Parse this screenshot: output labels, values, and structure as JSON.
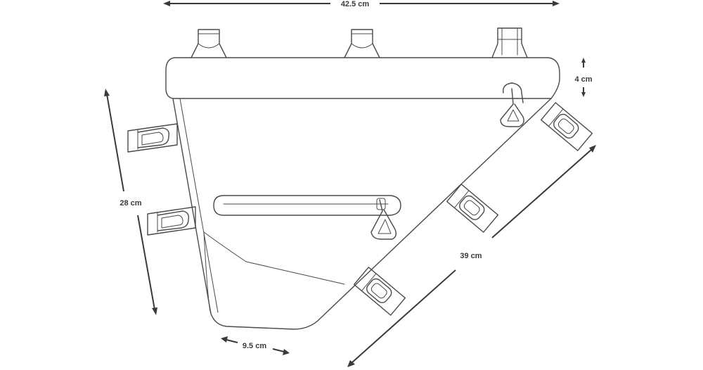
{
  "dimensions": {
    "width": "42.5 cm",
    "height": "28 cm",
    "depth": "4 cm",
    "diagonal": "39 cm",
    "bottom": "9.5 cm"
  }
}
